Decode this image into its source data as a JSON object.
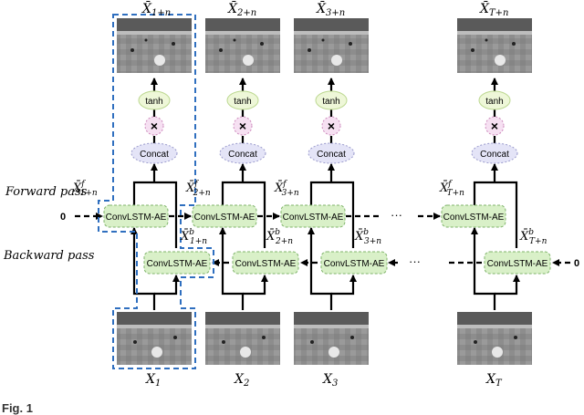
{
  "labels": {
    "forward_pass": "Forward pass",
    "backward_pass": "Backward pass",
    "zero_left": "0",
    "zero_right": "0",
    "ellipsis": "···",
    "figure_caption": "Fig. 1"
  },
  "node_labels": {
    "lstm": "ConvLSTM-AE",
    "concat": "Concat",
    "multiply": "×",
    "tanh": "tanh"
  },
  "columns": [
    {
      "output": "X̄",
      "output_sub": "1+n",
      "input": "X",
      "input_sub": "1",
      "fwd": "X̄",
      "fwd_sup": "f",
      "fwd_sub": "1+n",
      "bwd": "X̄",
      "bwd_sup": "b",
      "bwd_sub": "1+n"
    },
    {
      "output": "X̄",
      "output_sub": "2+n",
      "input": "X",
      "input_sub": "2",
      "fwd": "X̄",
      "fwd_sup": "f",
      "fwd_sub": "2+n",
      "bwd": "X̄",
      "bwd_sup": "b",
      "bwd_sub": "2+n"
    },
    {
      "output": "X̄",
      "output_sub": "3+n",
      "input": "X",
      "input_sub": "3",
      "fwd": "X̄",
      "fwd_sup": "f",
      "fwd_sub": "3+n",
      "bwd": "X̄",
      "bwd_sup": "b",
      "bwd_sub": "3+n"
    },
    {
      "output": "X̄",
      "output_sub": "T+n",
      "input": "X",
      "input_sub": "T",
      "fwd": "X̄",
      "fwd_sup": "f",
      "fwd_sub": "T+n",
      "bwd": "X̄",
      "bwd_sup": "b",
      "bwd_sub": "T+n"
    }
  ],
  "colors": {
    "lstm_fill": "#d9f0c8",
    "lstm_stroke": "#7fb36a",
    "concat_fill": "#e4e4f7",
    "concat_stroke": "#9999cc",
    "mult_fill": "#f6e0f2",
    "mult_stroke": "#cc88bb",
    "tanh_fill": "#eef7d8",
    "tanh_stroke": "#bcd890",
    "highlight": "#2f6fbf"
  }
}
